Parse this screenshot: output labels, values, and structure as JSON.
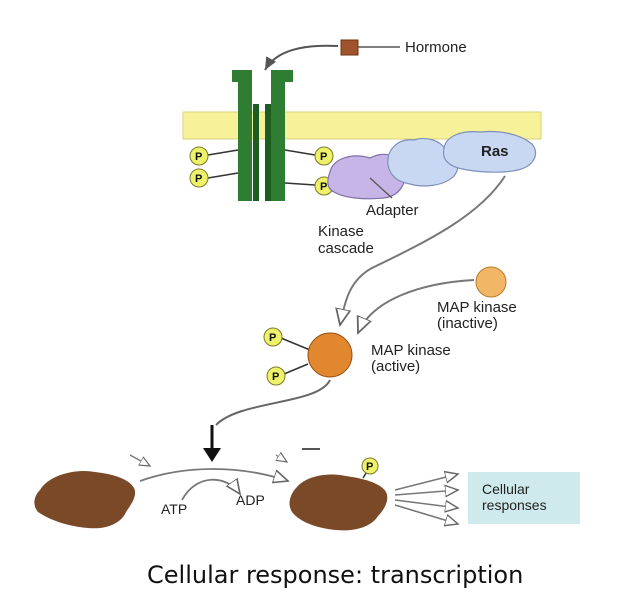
{
  "labels": {
    "hormone": "Hormone",
    "ras": "Ras",
    "adapter": "Adapter",
    "kinase_cascade_line1": "Kinase",
    "kinase_cascade_line2": "cascade",
    "map_inactive_line1": "MAP kinase",
    "map_inactive_line2": "(inactive)",
    "map_active_line1": "MAP kinase",
    "map_active_line2": "(active)",
    "atp": "ATP",
    "adp": "ADP",
    "cellular_responses_line1": "Cellular",
    "cellular_responses_line2": "responses",
    "phosphate": "P"
  },
  "caption": "Cellular response: transcription",
  "colors": {
    "membrane": "#f7f29a",
    "receptor": "#2e7d32",
    "phosphate": "#eef26a",
    "adapter": "#c6b5e6",
    "ras": "#c9d8f2",
    "map_inactive": "#f2b766",
    "map_active": "#e1872f",
    "protein": "#7a4a28",
    "hormone": "#a0522d",
    "response_box": "#cfeaec"
  }
}
